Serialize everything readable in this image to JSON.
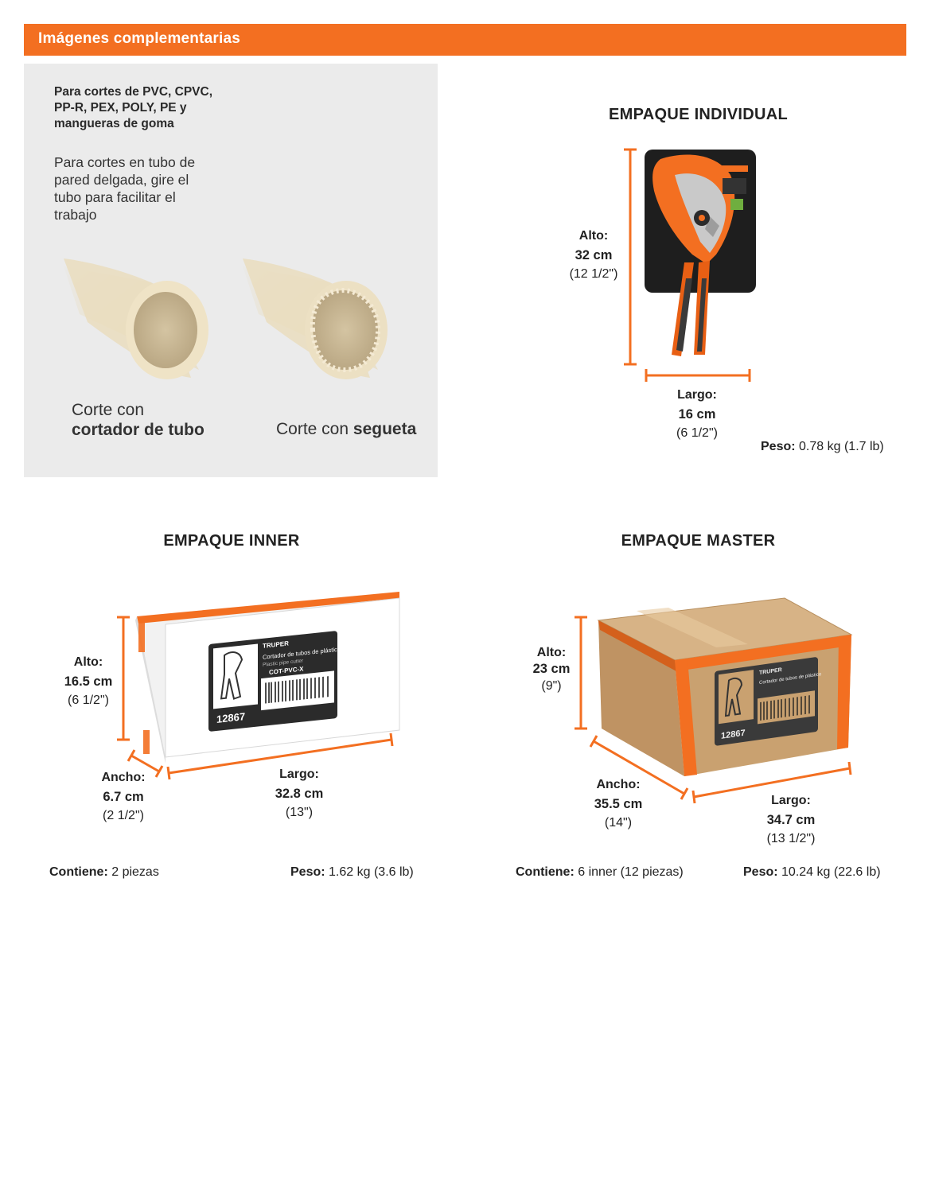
{
  "header": {
    "title": "Imágenes complementarias"
  },
  "info": {
    "heading": "Para cortes de PVC, CPVC, PP-R, PEX, POLY, PE y mangueras de goma",
    "body": "Para cortes en tubo de pared delgada, gire el tubo para facilitar el trabajo",
    "caption_cutter_prefix": "Corte con",
    "caption_cutter_bold": "cortador de tubo",
    "caption_saw_prefix": "Corte con",
    "caption_saw_bold": "segueta"
  },
  "individual": {
    "title": "EMPAQUE INDIVIDUAL",
    "alto_label": "Alto:",
    "alto_cm": "32 cm",
    "alto_in": "(12 1/2\")",
    "largo_label": "Largo:",
    "largo_cm": "16 cm",
    "largo_in": "(6 1/2\")",
    "peso_label": "Peso:",
    "peso_value": "0.78 kg (1.7 lb)"
  },
  "inner": {
    "title": "EMPAQUE INNER",
    "alto_label": "Alto:",
    "alto_cm": "16.5 cm",
    "alto_in": "(6 1/2\")",
    "ancho_label": "Ancho:",
    "ancho_cm": "6.7 cm",
    "ancho_in": "(2 1/2\")",
    "largo_label": "Largo:",
    "largo_cm": "32.8 cm",
    "largo_in": "(13\")",
    "contiene_label": "Contiene:",
    "contiene_value": "2 piezas",
    "peso_label": "Peso:",
    "peso_value": "1.62 kg (3.6 lb)",
    "box_brand": "TRUPER",
    "box_product": "Cortador de tubos de plástico",
    "box_product_en": "Plastic pipe cutter",
    "box_model": "COT-PVC-X",
    "box_code": "12867"
  },
  "master": {
    "title": "EMPAQUE MASTER",
    "alto_label": "Alto:",
    "alto_cm": "23 cm",
    "alto_in": "(9\")",
    "ancho_label": "Ancho:",
    "ancho_cm": "35.5 cm",
    "ancho_in": "(14\")",
    "largo_label": "Largo:",
    "largo_cm": "34.7 cm",
    "largo_in": "(13 1/2\")",
    "contiene_label": "Contiene:",
    "contiene_value": "6 inner (12 piezas)",
    "peso_label": "Peso:",
    "peso_value": "10.24 kg (22.6 lb)",
    "box_brand": "TRUPER",
    "box_product": "Cortador de tubos de plástico",
    "box_code": "12867"
  },
  "colors": {
    "accent": "#f36f21",
    "panel": "#ebebeb",
    "pipe": "#e9dcbc",
    "cardboard": "#c69c6d"
  }
}
